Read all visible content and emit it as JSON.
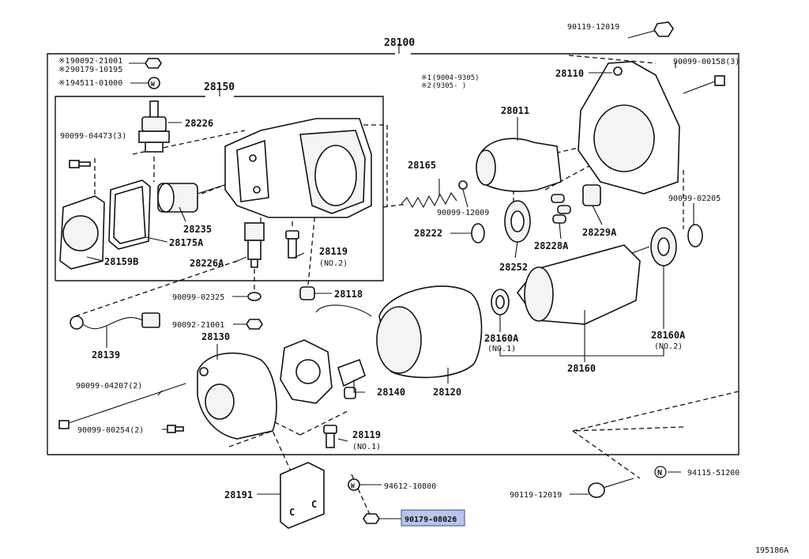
{
  "labels": {
    "assy": "28100",
    "solenoid_group": "28150",
    "p28226": "28226",
    "p28235": "28235",
    "p28175a": "28175A",
    "p28159b": "28159B",
    "p28226a": "28226A",
    "p28119_no2": "28119",
    "no2_tag_a": "(NO.2)",
    "p28118": "28118",
    "p28139": "28139",
    "p28130": "28130",
    "p28140": "28140",
    "p28120": "28120",
    "p28119_no1": "28119",
    "no1_tag_a": "(NO.1)",
    "p28191": "28191",
    "p28165": "28165",
    "p28011": "28011",
    "p28110": "28110",
    "p28222": "28222",
    "p28252": "28252",
    "p28228a": "28228A",
    "p28229a": "28229A",
    "p28160a_no1": "28160A",
    "no1_tag_b": "(NO.1)",
    "p28160a_no2": "28160A",
    "no2_tag_b": "(NO.2)",
    "p28160": "28160",
    "b90119_top": "90119-12019",
    "b90099_00158": "90099-00158(3)",
    "b90099_02205": "90099-02205",
    "b90099_12009": "90099-12009",
    "b90099_04473": "90099-04473(3)",
    "b90099_02325": "90099-02325",
    "b90092_21001_mid": "90092-21001",
    "b90099_04207": "90099-04207(2)",
    "b90099_00254": "90099-00254(2)",
    "b94612_10800": "94612-10800",
    "b90179_08026": "90179-08026",
    "b90119_bottom": "90119-12019",
    "b94115_51200": "94115-51200",
    "top_nut_1": "90092-21001",
    "top_nut_2": "90179-10195",
    "top_washer": "94511-01000",
    "mark_1": "※1",
    "mark_2": "※2",
    "mark_3": "※1",
    "note_1": "(9004-9305)",
    "note_2": "(9305-     )",
    "note_mark_1": "※1",
    "note_mark_2": "※2",
    "figure_id": "195186A"
  },
  "icons": {
    "n_badge": "N",
    "w_badge": "W"
  },
  "highlight_color": "#b8c4e8"
}
